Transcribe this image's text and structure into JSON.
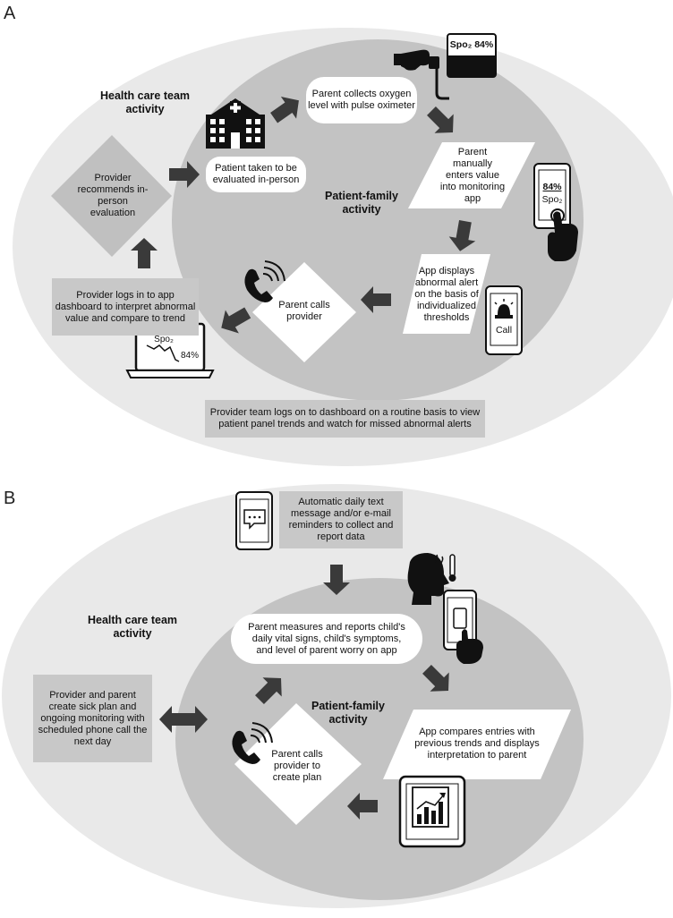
{
  "panel_a": {
    "letter": "A",
    "outer_label": "Health care team activity",
    "inner_label": "Patient-family activity",
    "steps": {
      "collect": "Parent collects oxygen level with pulse oximeter",
      "enter": "Parent manually enters value into monitoring app",
      "alert": "App displays abnormal alert on the basis of individualized thresholds",
      "call": "Parent calls provider",
      "provider_logs": "Provider logs in to app dashboard to interpret abnormal value and compare to trend",
      "recommend": "Provider recommends in-person evaluation",
      "evaluated": "Patient taken to be evaluated in-person",
      "routine": "Provider team logs on to dashboard on a routine basis to view patient panel trends and watch for missed abnormal alerts"
    },
    "device_text": {
      "oximeter": "Spo₂ 84%",
      "phone_value": "84%",
      "phone_unit": "Spo₂",
      "alert_phone": "Call",
      "laptop_label": "Spo₂",
      "laptop_value": "84%"
    }
  },
  "panel_b": {
    "letter": "B",
    "outer_label": "Health care team activity",
    "inner_label": "Patient-family activity",
    "steps": {
      "reminder": "Automatic daily text message and/or e-mail reminders to collect and report data",
      "measure": "Parent measures and reports child's daily vital signs, child's symptoms, and level of parent worry on app",
      "compare": "App compares entries with previous trends and displays interpretation to parent",
      "call": "Parent calls provider to create plan",
      "plan": "Provider and parent create sick plan and ongoing monitoring with scheduled phone call the next day"
    }
  },
  "colors": {
    "outer_ellipse": "#e9e9e9",
    "inner_ellipse": "#c3c3c3",
    "box_gray": "#c8c8c8",
    "arrow": "#3a3a3a"
  }
}
